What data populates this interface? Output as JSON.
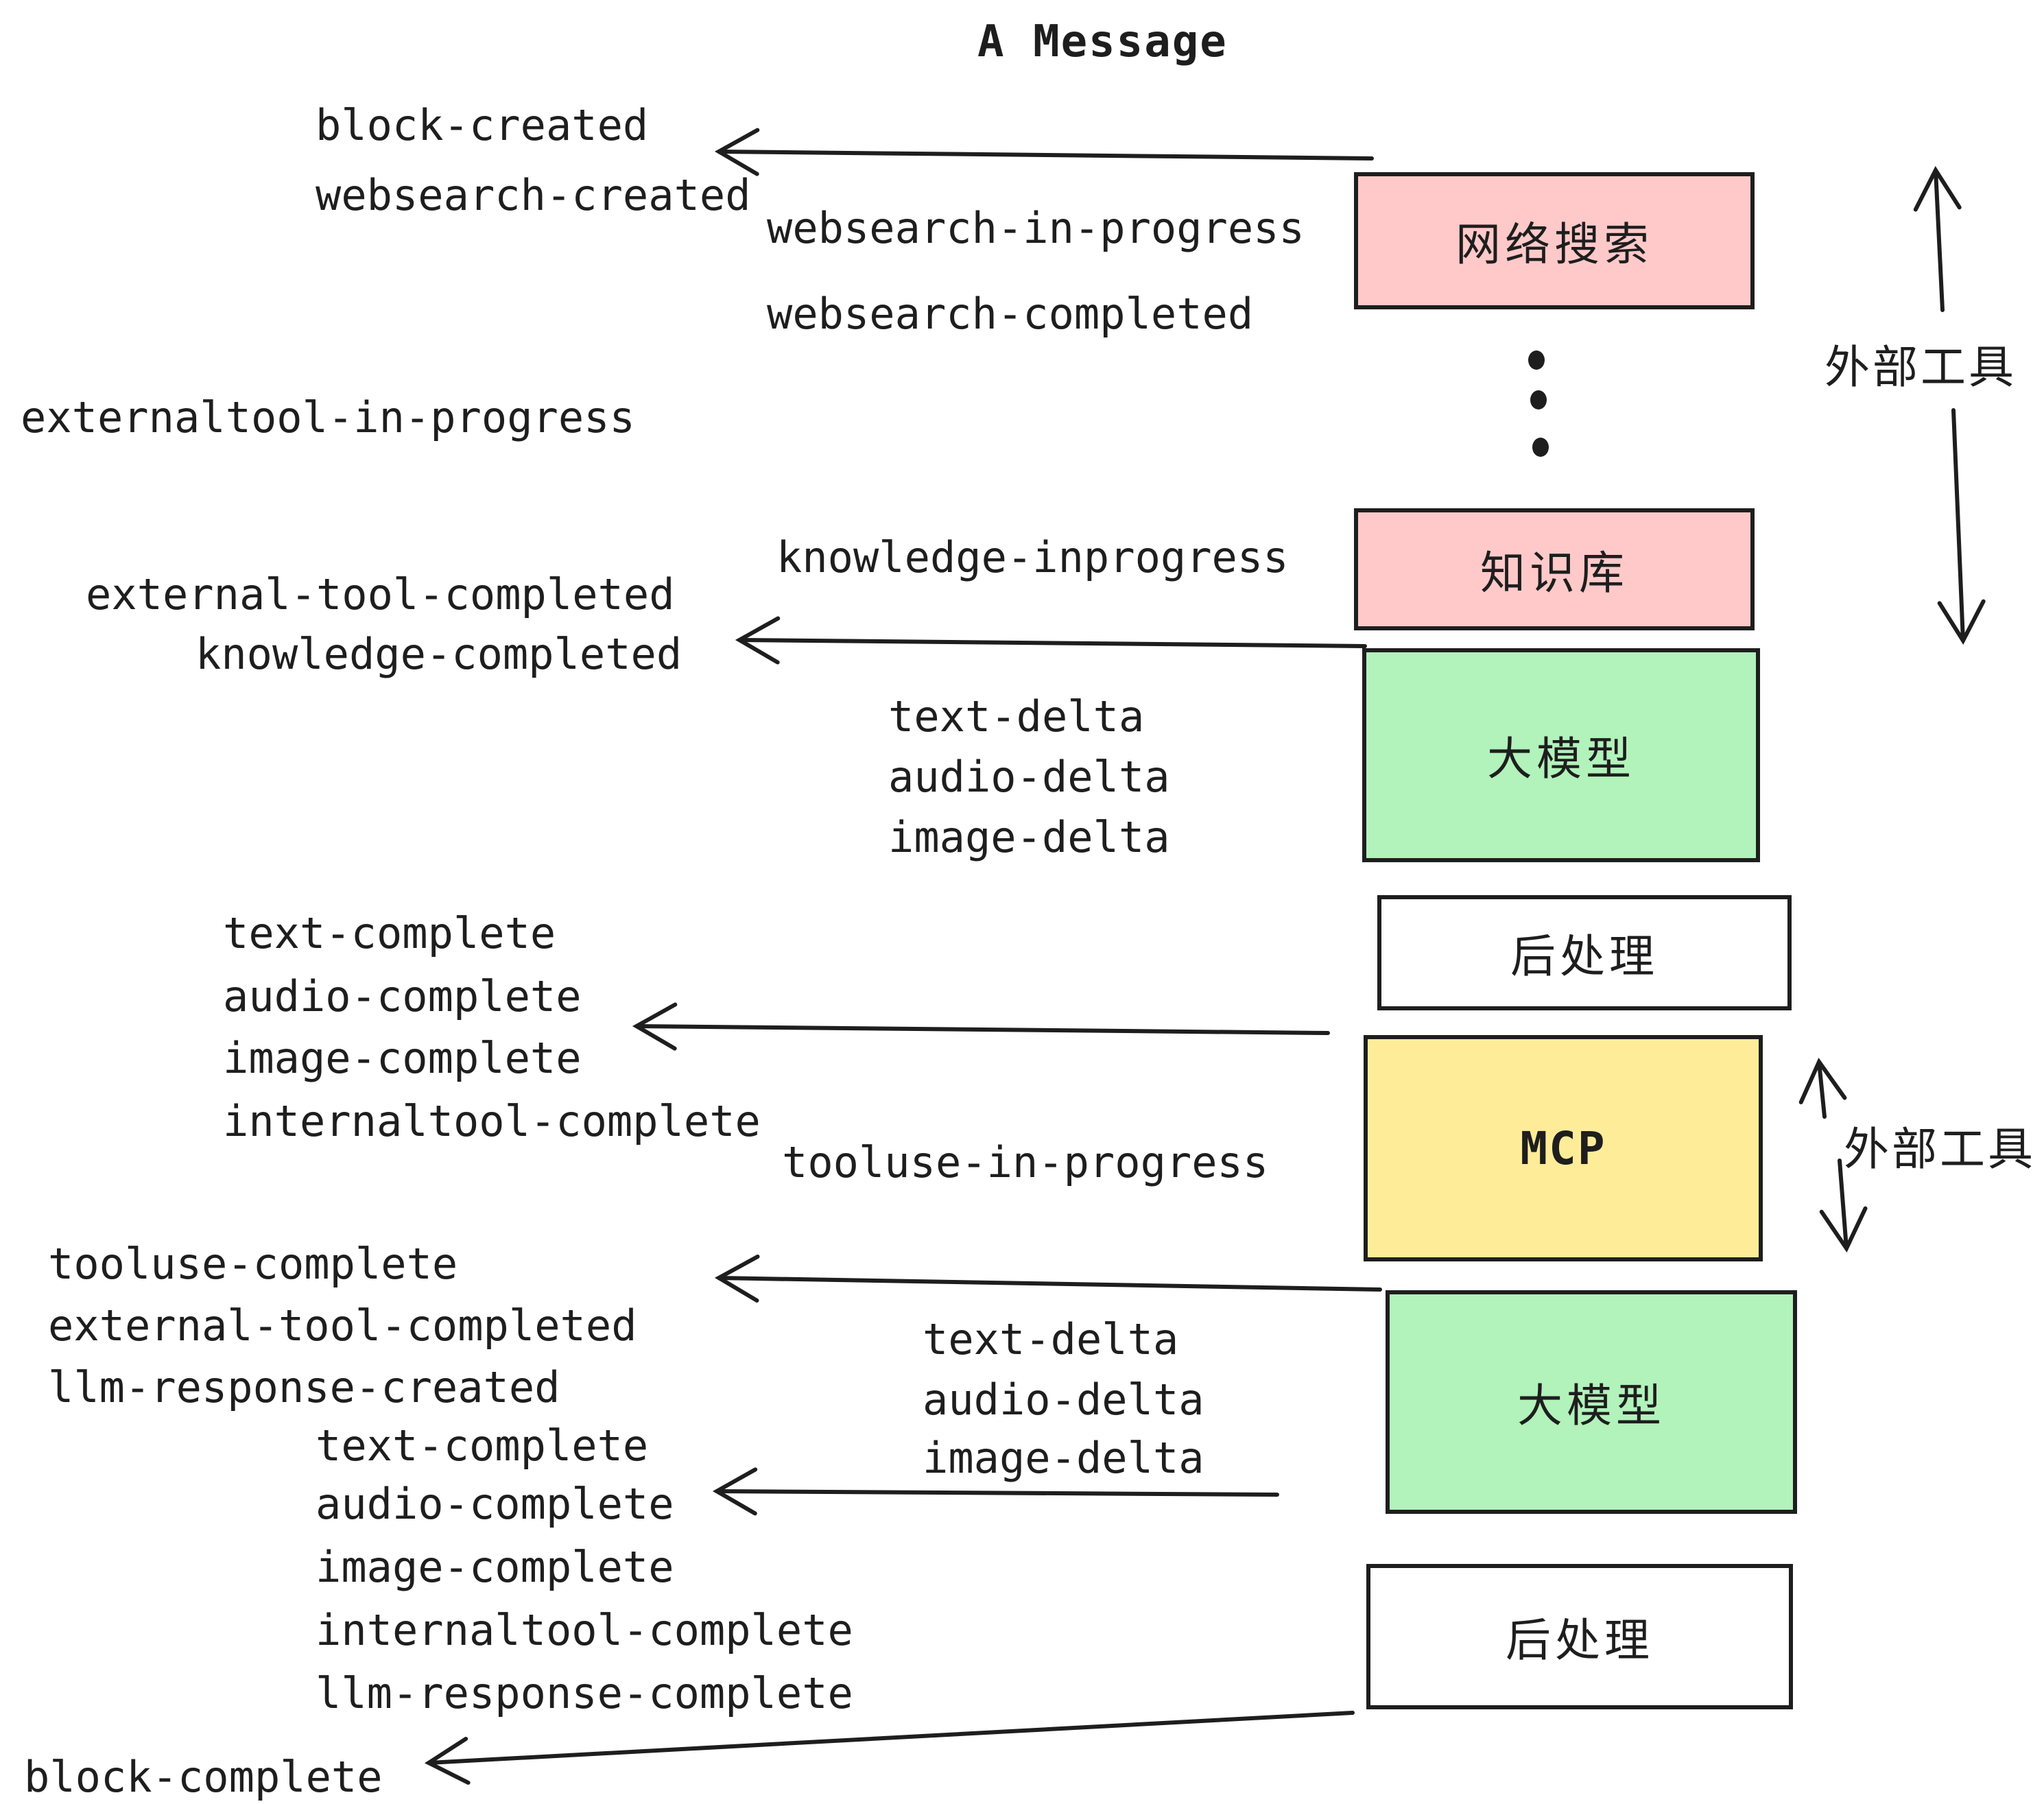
{
  "title": "A Message",
  "events": [
    {
      "text": "block-created"
    },
    {
      "text": "websearch-created"
    },
    {
      "text": "websearch-in-progress"
    },
    {
      "text": "websearch-completed"
    },
    {
      "text": "externaltool-in-progress"
    },
    {
      "text": "knowledge-inprogress"
    },
    {
      "text": "external-tool-completed"
    },
    {
      "text": "knowledge-completed"
    },
    {
      "text": "text-delta"
    },
    {
      "text": "audio-delta"
    },
    {
      "text": "image-delta"
    },
    {
      "text": "text-complete"
    },
    {
      "text": "audio-complete"
    },
    {
      "text": "image-complete"
    },
    {
      "text": "internaltool-complete"
    },
    {
      "text": "tooluse-in-progress"
    },
    {
      "text": "tooluse-complete"
    },
    {
      "text": "external-tool-completed"
    },
    {
      "text": "llm-response-created"
    },
    {
      "text": "text-complete"
    },
    {
      "text": "text-delta"
    },
    {
      "text": "audio-delta"
    },
    {
      "text": "image-delta"
    },
    {
      "text": "audio-complete"
    },
    {
      "text": "image-complete"
    },
    {
      "text": "internaltool-complete"
    },
    {
      "text": "llm-response-complete"
    },
    {
      "text": "block-complete"
    }
  ],
  "boxes": [
    {
      "label": "网络搜索",
      "color": "#ffc9c9"
    },
    {
      "label": "知识库",
      "color": "#ffc9c9"
    },
    {
      "label": "大模型",
      "color": "#b2f2bb"
    },
    {
      "label": "后处理",
      "color": "#ffffff"
    },
    {
      "label": "MCP",
      "color": "#ffec99"
    },
    {
      "label": "大模型",
      "color": "#b2f2bb"
    },
    {
      "label": "后处理",
      "color": "#ffffff"
    }
  ],
  "side_labels": [
    {
      "text": "外部工具"
    },
    {
      "text": "外部工具"
    }
  ],
  "colors": {
    "box_pink": "#ffc9c9",
    "box_green": "#b2f2bb",
    "box_yellow": "#ffec99",
    "box_white": "#ffffff",
    "stroke": "#1e1e1e",
    "text": "#1e1e1e",
    "background": "#ffffff"
  }
}
